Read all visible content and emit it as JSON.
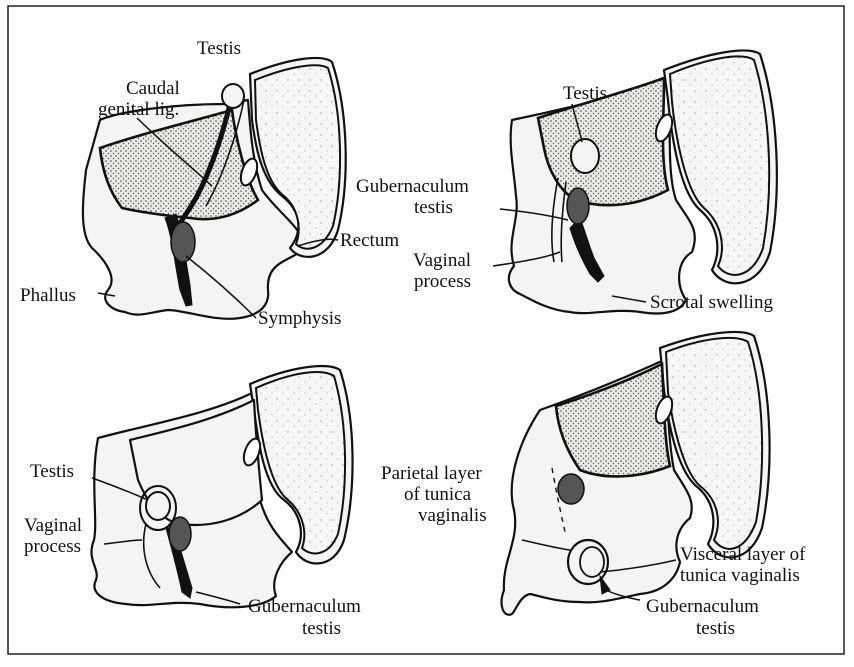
{
  "panel_a": {
    "testis": "Testis",
    "caudal_1": "Caudal",
    "caudal_2": "genital lig.",
    "rectum": "Rectum",
    "phallus": "Phallus",
    "symphysis": "Symphysis"
  },
  "panel_b": {
    "testis": "Testis",
    "gubernaculum_1": "Gubernaculum",
    "gubernaculum_2": "testis",
    "vaginal_1": "Vaginal",
    "vaginal_2": "process",
    "scrotal": "Scrotal swelling"
  },
  "panel_c": {
    "testis": "Testis",
    "vaginal_1": "Vaginal",
    "vaginal_2": "process",
    "gubernaculum_1": "Gubernaculum",
    "gubernaculum_2": "testis"
  },
  "panel_d": {
    "parietal_1": "Parietal layer",
    "parietal_2": "of tunica",
    "parietal_3": "vaginalis",
    "visceral_1": "Visceral layer of",
    "visceral_2": "tunica vaginalis",
    "gubernaculum_1": "Gubernaculum",
    "gubernaculum_2": "testis"
  }
}
